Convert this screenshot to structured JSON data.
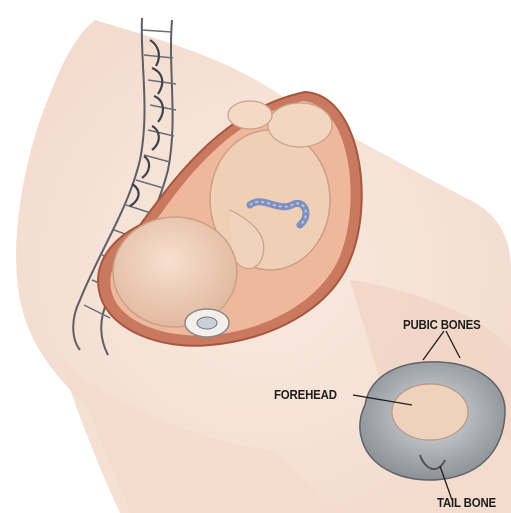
{
  "labels": {
    "pubic_bones": "PUBIC BONES",
    "forehead": "FOREHEAD",
    "tail_bone": "TAIL BONE"
  },
  "colors": {
    "skin": "#f3d6c4",
    "skin_shadow": "#e9c0a8",
    "uterus_wall": "#c9795f",
    "uterus_inner": "#efb89c",
    "baby": "#f0d2ba",
    "cord": "#7f8fbf",
    "spine_line": "#5b5f66",
    "bone": "#b9bfc4",
    "text": "#1e1e1e"
  }
}
